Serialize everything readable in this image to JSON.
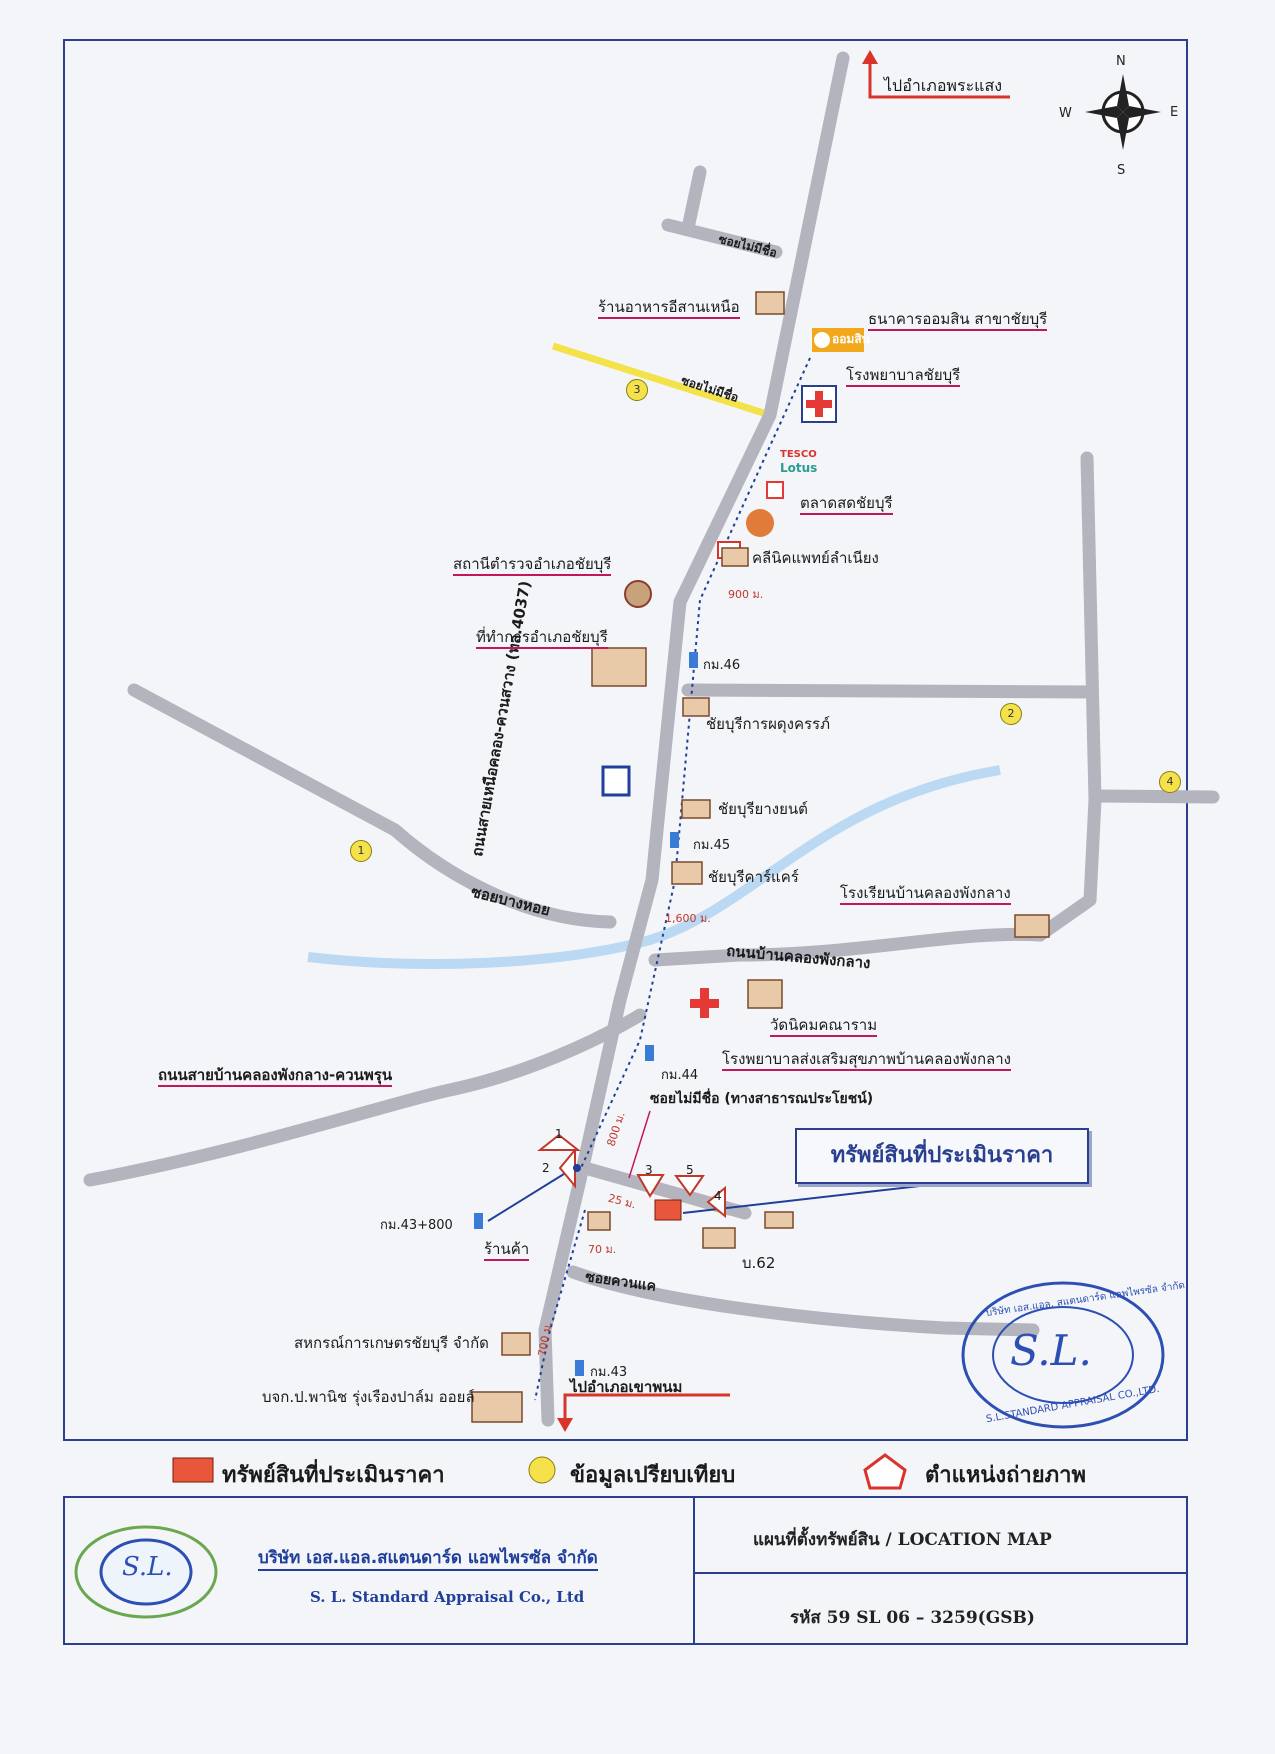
{
  "compass": {
    "n": "N",
    "s": "S",
    "e": "E",
    "w": "W"
  },
  "roads": {
    "north_exit": "ไปอำเภอพระแสง",
    "south_exit": "ไปอำเภอเขาพนม",
    "main_road": "ถนนสายเหนือคลอง-ควนสวาง (ทล.4037)",
    "soi_bang_hoi": "ซอยบางหอย",
    "road_khlong_phang": "ถนนบ้านคลองพังกลาง",
    "road_khuan_phrun": "ถนนสายบ้านคลองพังกลาง-ควนพรุน",
    "soi_unnamed_top": "ซอยไม่มีชื่อ",
    "soi_unnamed_3": "ซอยไม่มีชื่อ",
    "soi_public": "ซอยไม่มีชื่อ (ทางสาธารณประโยชน์)",
    "soi_khuan_khae": "ซอยควนแค"
  },
  "places": {
    "restaurant": "ร้านอาหารอีสานเหนือ",
    "gsb_bank": "ธนาคารออมสิน สาขาชัยบุรี",
    "gsb_logo": "ออมสิน",
    "hospital": "โรงพยาบาลชัยบุรี",
    "tesco": "TESCO",
    "lotus": "Lotus",
    "market": "ตลาดสดชัยบุรี",
    "clinic": "คลีนิคแพทย์ลำเนียง",
    "police": "สถานีตำรวจอำเภอชัยบุรี",
    "district_office": "ที่ทำการอำเภอชัยบุรี",
    "chaiburi_phadung": "ชัยบุรีการผดุงครรภ์",
    "chaiburi_yang": "ชัยบุรียางยนต์",
    "chaiburi_car": "ชัยบุรีคาร์แคร์",
    "school": "โรงเรียนบ้านคลองพังกลาง",
    "wat": "วัดนิคมคณาราม",
    "health_hospital": "โรงพยาบาลส่งเสริมสุขภาพบ้านคลองพังกลาง",
    "shop": "ร้านค้า",
    "house_62": "บ.62",
    "coop": "สหกรณ์การเกษตรชัยบุรี จำกัด",
    "palm_oil": "บจก.ป.พานิช รุ่งเรืองปาล์ม ออยล์"
  },
  "km_markers": {
    "km46": "กม.46",
    "km45": "กม.45",
    "km44": "กม.44",
    "km43_800": "กม.43+800",
    "km43": "กม.43"
  },
  "distances": {
    "d900": "900 ม.",
    "d1600": "1,600 ม.",
    "d800": "800 ม.",
    "d25": "25 ม.",
    "d70": "70 ม.",
    "d700": "700 ม."
  },
  "comparables": [
    "1",
    "2",
    "3",
    "4"
  ],
  "photo_points": [
    "1",
    "2",
    "3",
    "4",
    "5"
  ],
  "subject_label": "ทรัพย์สินที่ประเมินราคา",
  "stamp": {
    "initials": "S.L.",
    "ring_en": "S.L.STANDARD APPRAISAL CO.,LTD.",
    "ring_th": "บริษัท เอส.แอล. สแตนดาร์ด แอพไพรซัล จำกัด"
  },
  "legend": {
    "subject": "ทรัพย์สินที่ประเมินราคา",
    "comparable": "ข้อมูลเปรียบเทียบ",
    "photo": "ตำแหน่งถ่ายภาพ"
  },
  "title_block": {
    "company_th": "บริษัท เอส.แอล.สแตนดาร์ด แอพไพรซัล จำกัด",
    "company_en": "S. L. Standard Appraisal Co., Ltd",
    "map_title": "แผนที่ตั้งทรัพย์สิน  /  LOCATION MAP",
    "code": "รหัส 59 SL 06 – 3259(GSB)",
    "logo_initials": "S.L."
  },
  "colors": {
    "road": "#b3b4bd",
    "frame": "#2b3f8f",
    "river": "#bcd9f3",
    "comparable_road": "#f3e24a",
    "arrow": "#d9342b",
    "label_underline": "#c2185b"
  }
}
